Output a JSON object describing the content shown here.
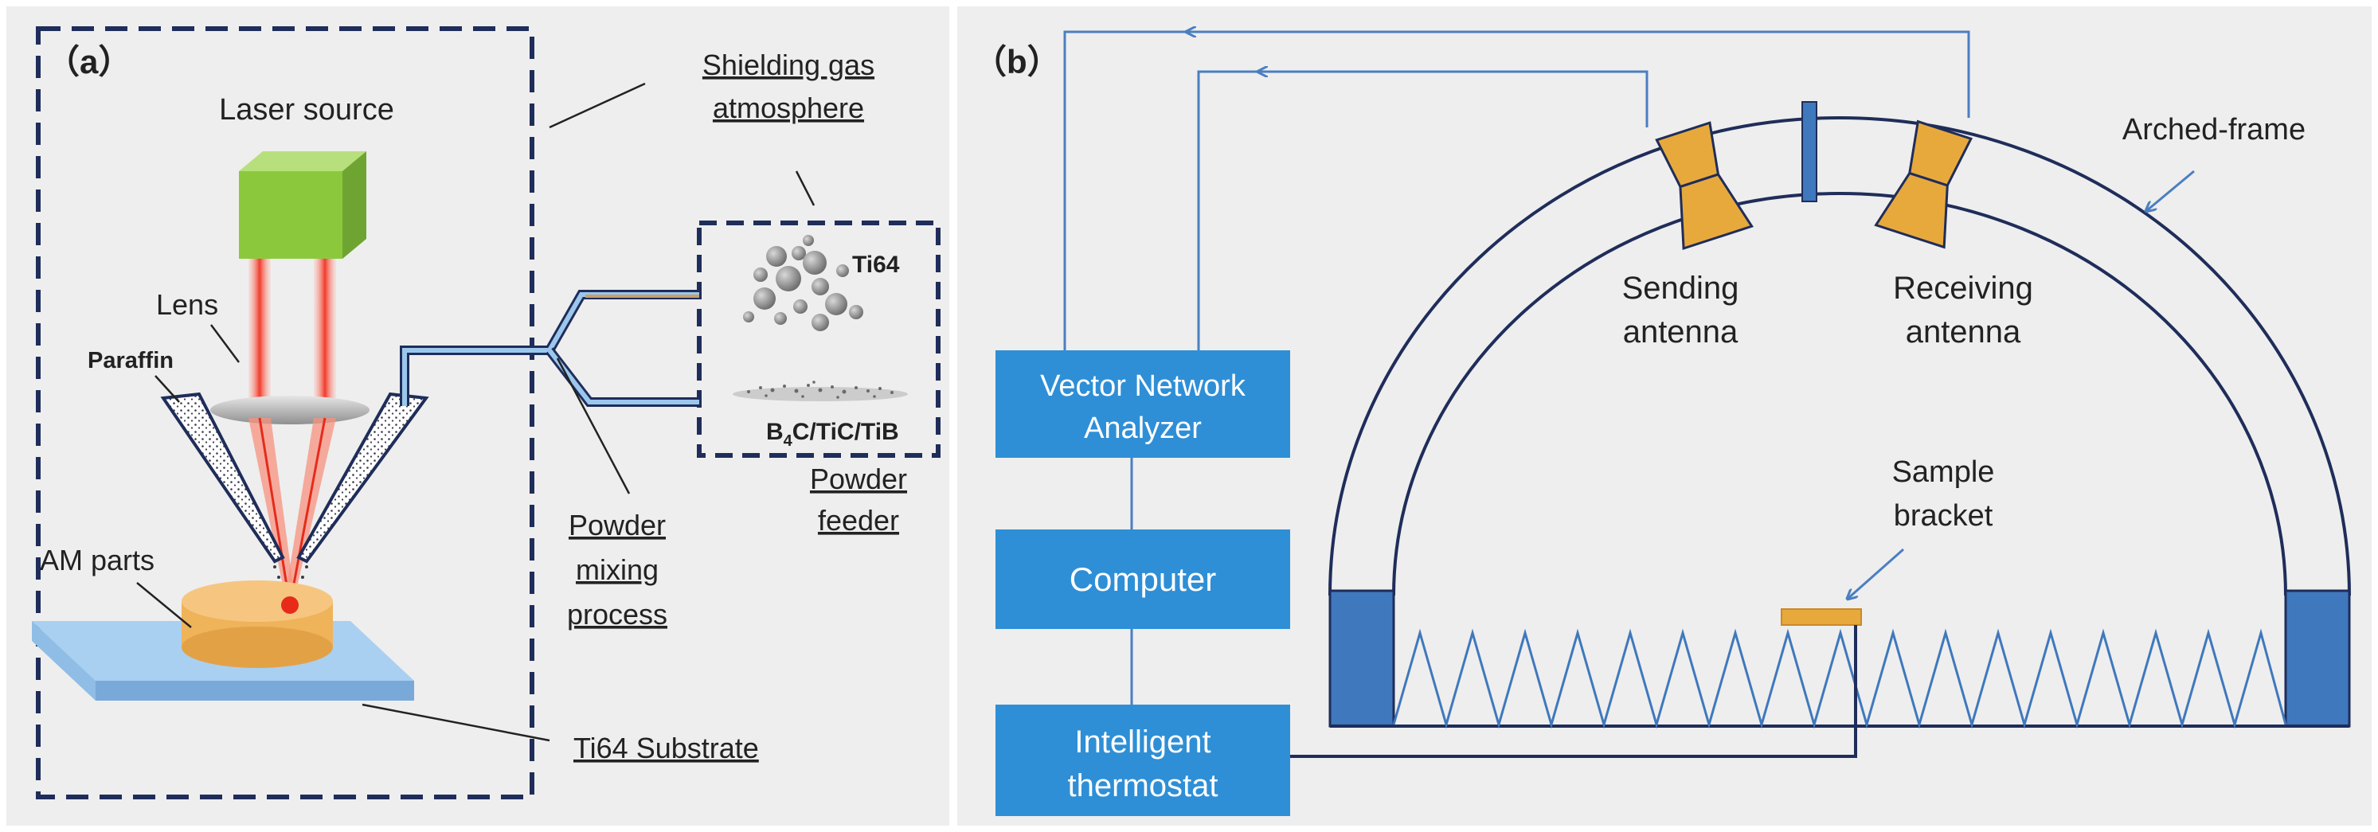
{
  "panel_a": {
    "label": "（a）",
    "laser_source": "Laser source",
    "lens": "Lens",
    "paraffin": "Paraffin",
    "am_parts": "AM parts",
    "shielding_gas": [
      "Shielding gas",
      "atmosphere"
    ],
    "ti64": "Ti64",
    "ceramic_b": "B",
    "ceramic_sub": "4",
    "ceramic_rest": "C/TiC/TiB",
    "powder_feeder": [
      "Powder",
      "feeder"
    ],
    "powder_mixing": [
      "Powder",
      "mixing",
      "process"
    ],
    "substrate": "Ti64 Substrate"
  },
  "panel_b": {
    "label": "（b）",
    "arched_frame": "Arched-frame",
    "sending_antenna": [
      "Sending",
      "antenna"
    ],
    "receiving_antenna": [
      "Receiving",
      "antenna"
    ],
    "sample_bracket": [
      "Sample",
      "bracket"
    ],
    "vna": [
      "Vector Network",
      "Analyzer"
    ],
    "computer": "Computer",
    "thermostat": [
      "Intelligent",
      "thermostat"
    ]
  },
  "colors": {
    "panel_bg": "#eeeeee",
    "dash_border": "#1f2d5a",
    "box_blue": "#2e8fd6",
    "line_blue": "#4a7fc1",
    "arch_navy": "#1f2d5a",
    "pillar_blue": "#3f78bd",
    "antenna_orange": "#e8a93c",
    "laser_green": "#8cc83c",
    "laser_red": "#f04a3a",
    "part_orange": "#efb35a",
    "substrate_blue": "#9cc7ec"
  }
}
